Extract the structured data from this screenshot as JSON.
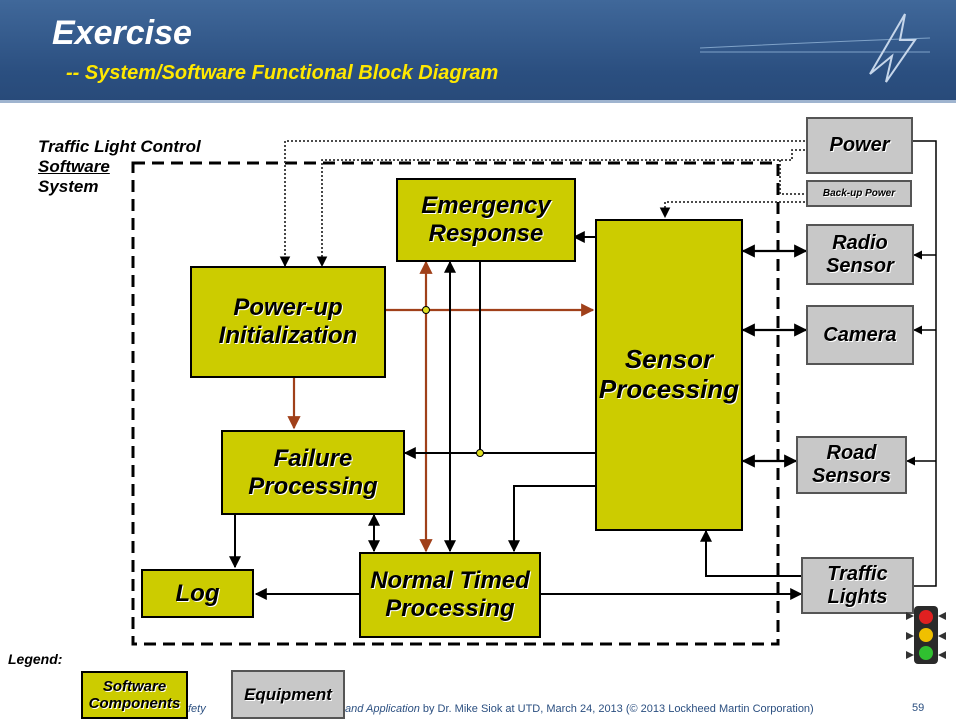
{
  "header": {
    "title": "Exercise",
    "subtitle": "-- System/Software Functional Block Diagram"
  },
  "system_label": {
    "line1": "Traffic Light Control",
    "line2": "Software",
    "line3": "System"
  },
  "blocks": {
    "emergency": "Emergency Response",
    "powerup": "Power-up Initialization",
    "sensor": "Sensor Processing",
    "failure": "Failure Processing",
    "log": "Log",
    "normal": "Normal Timed Processing"
  },
  "equipment": {
    "power": "Power",
    "backup": "Back-up Power",
    "radio": "Radio Sensor",
    "camera": "Camera",
    "road": "Road Sensors",
    "traffic": "Traffic Lights"
  },
  "legend": {
    "label": "Legend:",
    "software": "Software Components",
    "equipment": "Equipment"
  },
  "footer": {
    "text_italic_a": "fety",
    "text_italic_b": "and Application",
    "text_rest": " by Dr. Mike Siok at UTD, March 24, 2013 (© 2013 Lockheed Martin Corporation)",
    "page": "59"
  },
  "colors": {
    "software_fill": "#cccc00",
    "equipment_fill": "#c8c8c8",
    "header_bg": "#2b4f80",
    "init_flow": "#a0401a",
    "subtitle": "#ffe800"
  }
}
